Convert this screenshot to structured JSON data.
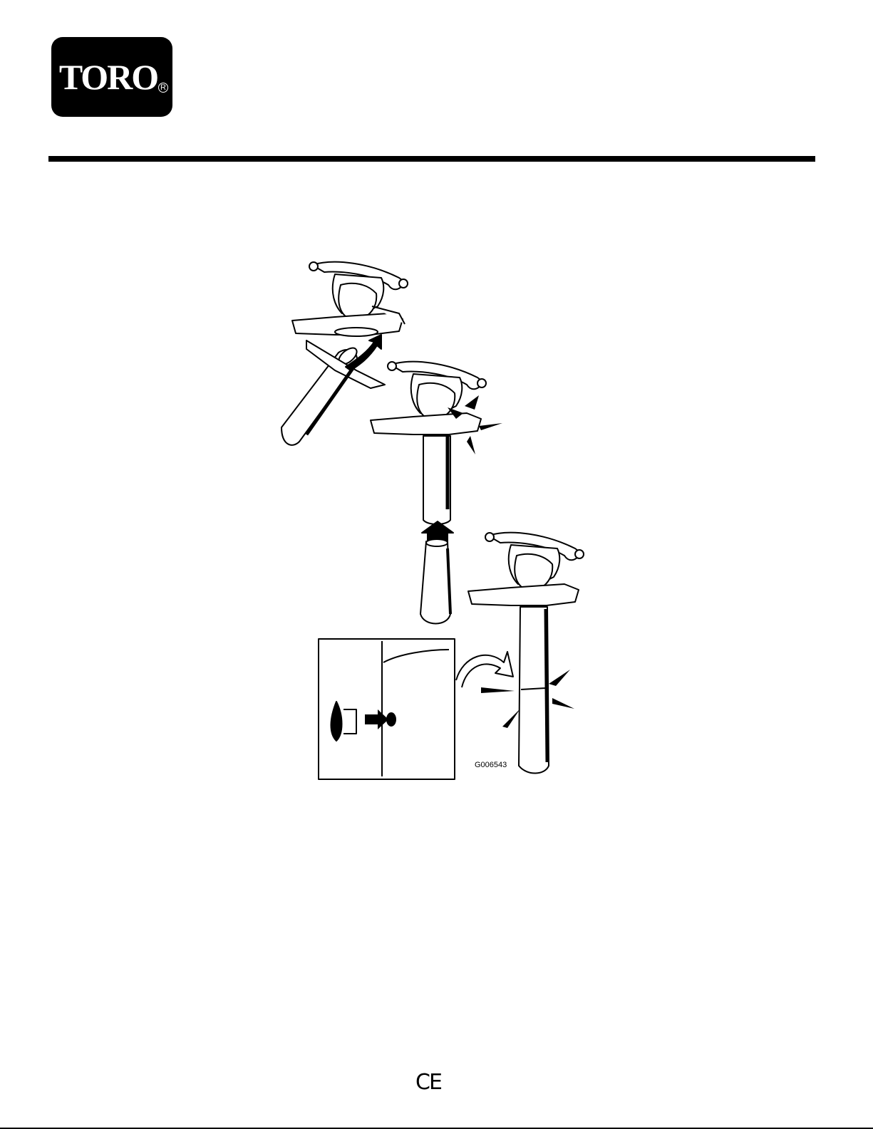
{
  "brand": {
    "logo_text": "TORO",
    "registered_mark": "R"
  },
  "figure": {
    "code": "G006543"
  },
  "footer": {
    "certification_mark": "CE"
  }
}
